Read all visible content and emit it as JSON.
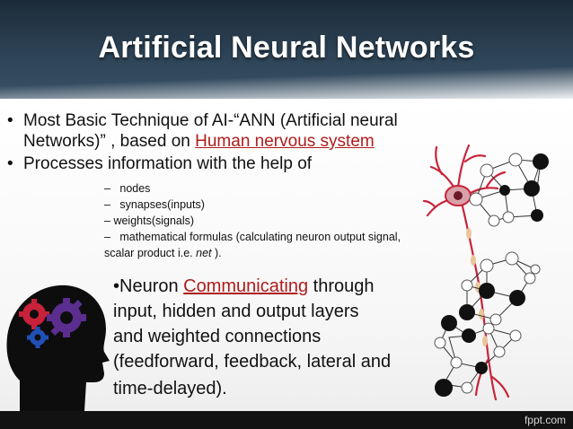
{
  "slide": {
    "title": "Artificial Neural Networks",
    "bullet1_line1": "Most Basic Technique of AI-“ANN (Artificial neural",
    "bullet1_line2_prefix": "Networks)” , based on ",
    "bullet1_link": "Human nervous system",
    "bullet2": "Processes information with  the help of",
    "sub_items": [
      "nodes",
      "synapses(inputs)",
      "weights(signals)",
      "mathematical formulas (calculating neuron output signal,"
    ],
    "sub_item4_cont_prefix": "scalar product i.e. ",
    "sub_item4_cont_em": "net",
    "sub_item4_cont_suffix": " ).",
    "bullet3_prefix": "•Neuron ",
    "bullet3_link": "Communicating",
    "bullet3_suffix": " through",
    "bullet3_lines": [
      "input, hidden and output layers",
      "and weighted connections",
      "(feedforward, feedback, lateral and",
      "time-delayed)."
    ],
    "dash": "–",
    "bullet_char": "•"
  },
  "footer": {
    "brand": "fppt.com"
  },
  "icons": [
    "head-gears-icon",
    "neuron-icon",
    "network-graph-icon"
  ],
  "colors": {
    "header": "#2d4356",
    "link": "#b01c1c",
    "footer": "#121212",
    "gear_purple": "#5b2d8e",
    "gear_red": "#c8213a",
    "gear_blue": "#2050b5"
  }
}
